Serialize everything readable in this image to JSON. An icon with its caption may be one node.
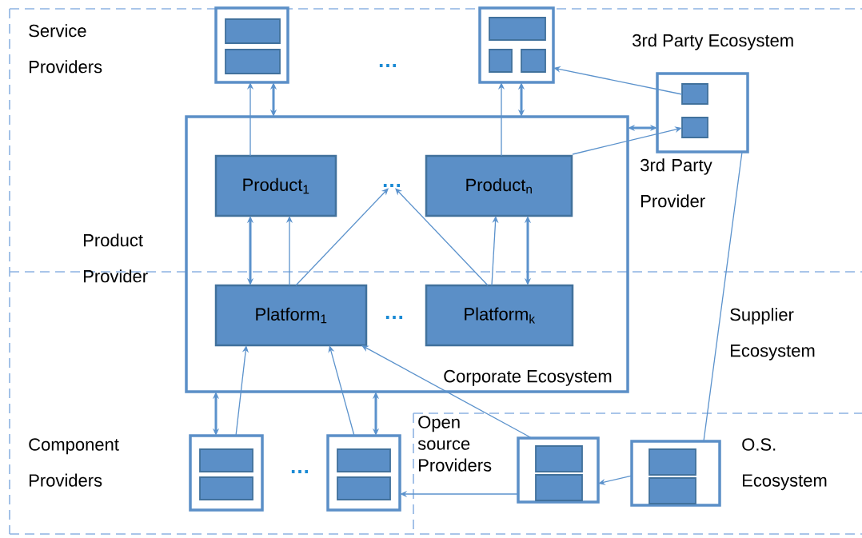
{
  "diagram": {
    "nodes": [
      {
        "text": [
          "Corporate Ecosystem"
        ]
      },
      {
        "text": [
          "Product$_{1}$"
        ],
        "in": 0
      },
      {
        "text": [
          "Product$_{n}$"
        ],
        "in": 0
      },
      {
        "text": [
          "Platform$_{1}$"
        ],
        "in": 0
      },
      {
        "text": [
          "Platform$_{k}$"
        ],
        "in": 0
      },
      {
        "text": [],
        "shape": "box"
      },
      {
        "text": [],
        "shape": "box"
      },
      {
        "text": [],
        "shape": "box",
        "beside": [
          "3rd Party Provider"
        ]
      },
      {
        "text": [],
        "shape": "box"
      },
      {
        "text": [],
        "shape": "box"
      },
      {
        "text": [],
        "shape": "box"
      },
      {
        "text": [],
        "shape": "box"
      },
      {
        "text": [
          "…"
        ],
        "in": 0
      }
    ],
    "edges": [
      {
        "from": 1,
        "to": 5,
        "arrow": "to"
      },
      {
        "from": 0,
        "to": 5,
        "arrow": "both",
        "style": "thick"
      },
      {
        "from": 2,
        "to": 6,
        "arrow": "to"
      },
      {
        "from": 0,
        "to": 6,
        "arrow": "both",
        "style": "thick"
      },
      {
        "from": 7,
        "to": 6,
        "arrow": "to"
      },
      {
        "from": 2,
        "to": 7,
        "arrow": "to"
      },
      {
        "from": 0,
        "to": 7,
        "arrow": "both",
        "style": "thick"
      },
      {
        "from": 1,
        "to": 3,
        "arrow": "both",
        "style": "thick"
      },
      {
        "from": 3,
        "to": 1,
        "arrow": "to"
      },
      {
        "from": 3,
        "to": 12,
        "arrow": "to"
      },
      {
        "from": 4,
        "to": 12,
        "arrow": "to"
      },
      {
        "from": 4,
        "to": 2,
        "arrow": "to"
      },
      {
        "from": 2,
        "to": 4,
        "arrow": "both",
        "style": "thick"
      },
      {
        "from": 0,
        "to": 8,
        "arrow": "both",
        "style": "thick"
      },
      {
        "from": 8,
        "to": 3,
        "arrow": "to"
      },
      {
        "from": 9,
        "to": 3,
        "arrow": "to"
      },
      {
        "from": 0,
        "to": 9,
        "arrow": "both",
        "style": "thick"
      },
      {
        "from": 10,
        "to": 3,
        "arrow": "to"
      },
      {
        "from": 10,
        "to": 9,
        "arrow": "to"
      },
      {
        "from": 11,
        "to": 10,
        "arrow": "to"
      },
      {
        "from": 7,
        "to": 11,
        "arrow": "none"
      }
    ],
    "labels": [
      "Service Providers",
      "…",
      "3rd Party Ecosystem",
      "Product Provider",
      "…",
      "Supplier Ecosystem",
      "Component Providers",
      "…",
      "Open source Providers",
      "O.S. Ecosystem"
    ]
  }
}
